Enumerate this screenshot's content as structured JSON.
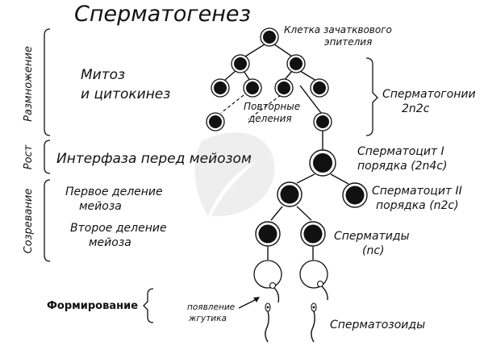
{
  "title": "Сперматогенез",
  "stages": {
    "reproduction": "Размножение",
    "growth": "Рост",
    "maturation": "Созревание",
    "formation": "Формирование"
  },
  "processes": {
    "mitosis_line1": "Митоз",
    "mitosis_line2": "и цитокинез",
    "interphase": "Интерфаза перед мейозом",
    "meiosis1_line1": "Первое деление",
    "meiosis1_line2": "мейоза",
    "meiosis2_line1": "Второе деление",
    "meiosis2_line2": "мейоза"
  },
  "labels": {
    "germ_cell_line1": "Клетка зачатквового",
    "germ_cell_line2": "эпителия",
    "repeat_line1": "Повторные",
    "repeat_line2": "деления",
    "spermatogonia_line1": "Сперматогонии",
    "spermatogonia_line2": "2n2c",
    "spermatocyte1_line1": "Сперматоцит I",
    "spermatocyte1_line2": "порядка (2n4c)",
    "spermatocyte2_line1": "Сперматоцит II",
    "spermatocyte2_line2": "порядка (n2c)",
    "spermatids_line1": "Сперматиды",
    "spermatids_line2": "(nc)",
    "flagellum_line1": "появление",
    "flagellum_line2": "жгутика",
    "spermatozoa": "Сперматозоиды"
  }
}
